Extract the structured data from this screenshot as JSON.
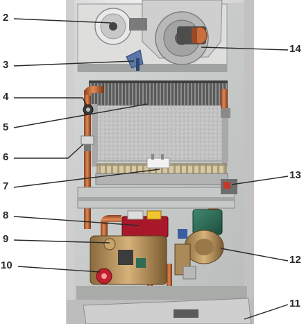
{
  "callouts": [
    {
      "id": "2",
      "label": "2"
    },
    {
      "id": "3",
      "label": "3"
    },
    {
      "id": "4",
      "label": "4"
    },
    {
      "id": "5",
      "label": "5"
    },
    {
      "id": "6",
      "label": "6"
    },
    {
      "id": "7",
      "label": "7"
    },
    {
      "id": "8",
      "label": "8"
    },
    {
      "id": "9",
      "label": "9"
    },
    {
      "id": "10",
      "label": "10"
    },
    {
      "id": "11",
      "label": "11"
    },
    {
      "id": "12",
      "label": "12"
    },
    {
      "id": "13",
      "label": "13"
    },
    {
      "id": "14",
      "label": "14"
    }
  ],
  "colors": {
    "casing": "#e8e8e8",
    "back_panel": "#c9ccc9",
    "heat_exchanger_fins": "#6b6b6b",
    "combustion_chamber": "#b9b9b9",
    "copper_pipe": "#c06a3a",
    "pump_green": "#2f6b57",
    "gas_valve_red": "#a8182a",
    "brass": "#b89048"
  }
}
